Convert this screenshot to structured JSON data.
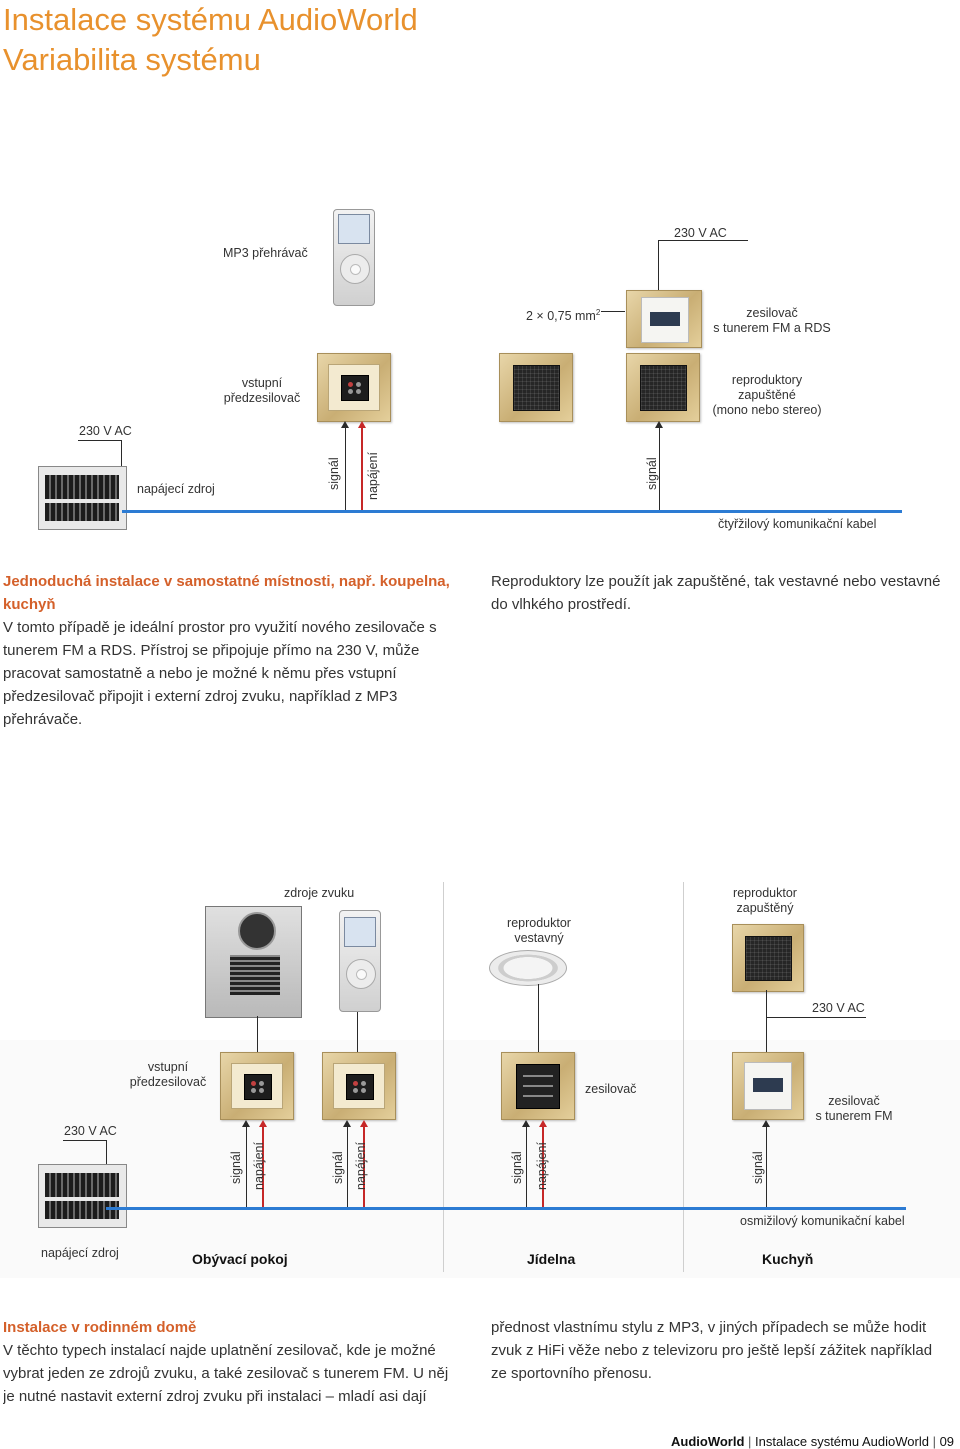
{
  "title": {
    "line1": "Instalace systému AudioWorld",
    "line2": "Variabilita systému"
  },
  "diagram1": {
    "mp3_player": "MP3 přehrávač",
    "ac_top": "230 V AC",
    "cable_label": "2 × 0,75 mm",
    "cable_sup": "2",
    "amp_line1": "zesilovač",
    "amp_line2": "s tunerem FM a RDS",
    "preamp_line1": "vstupní",
    "preamp_line2": "předzesilovač",
    "spk_line1": "reproduktory",
    "spk_line2": "zapuštěné",
    "spk_line3": "(mono nebo stereo)",
    "ac_left": "230 V AC",
    "psu": "napájecí zdroj",
    "signal1": "signál",
    "power1": "napájení",
    "signal2": "signál",
    "bus": "čtyřžilový komunikační kabel"
  },
  "text1": {
    "heading": "Jednoduchá instalace v samostatné místnosti, např. koupelna, kuchyň",
    "body": "V tomto případě je ideální prostor pro využití nového zesilovače s tunerem FM a RDS. Přístroj se připojuje přímo na 230 V, může pracovat samostatně a nebo je možné k němu přes vstupní předzesilovač připojit i externí zdroj zvuku, například z MP3 přehrávače.",
    "right": "Reproduktory lze použít jak zapuštěné, tak vestavné nebo vestavné do vlhkého prostředí."
  },
  "diagram2": {
    "sources": "zdroje zvuku",
    "builtin_line1": "reproduktor",
    "builtin_line2": "vestavný",
    "flush_line1": "reproduktor",
    "flush_line2": "zapuštěný",
    "ac_right": "230 V AC",
    "preamp_line1": "vstupní",
    "preamp_line2": "předzesilovač",
    "amp": "zesilovač",
    "amp_fm_line1": "zesilovač",
    "amp_fm_line2": "s tunerem FM",
    "ac_left": "230 V AC",
    "signal": "signál",
    "power": "napájení",
    "bus": "osmižilový komunikační kabel",
    "psu": "napájecí zdroj",
    "room1": "Obývací pokoj",
    "room2": "Jídelna",
    "room3": "Kuchyň"
  },
  "text2": {
    "heading": "Instalace v rodinném domě",
    "body": "V těchto typech instalací najde uplatnění zesilovač, kde je možné vybrat jeden ze zdrojů zvuku, a také zesilovač s tunerem FM. U něj je nutné nastavit externí zdroj zvuku při instalaci – mladí asi dají přednost vlastnímu stylu z MP3, v jiných případech se může hodit zvuk z HiFi věže nebo z televizoru pro ještě lepší zážitek například ze sportovního přenosu."
  },
  "footer": {
    "brand": "AudioWorld",
    "section": "Instalace systému AudioWorld",
    "page": "09"
  },
  "colors": {
    "title": "#e8912d",
    "heading": "#d4602a",
    "bus_line": "#2c7bd3",
    "power_arrow": "#c62828"
  }
}
